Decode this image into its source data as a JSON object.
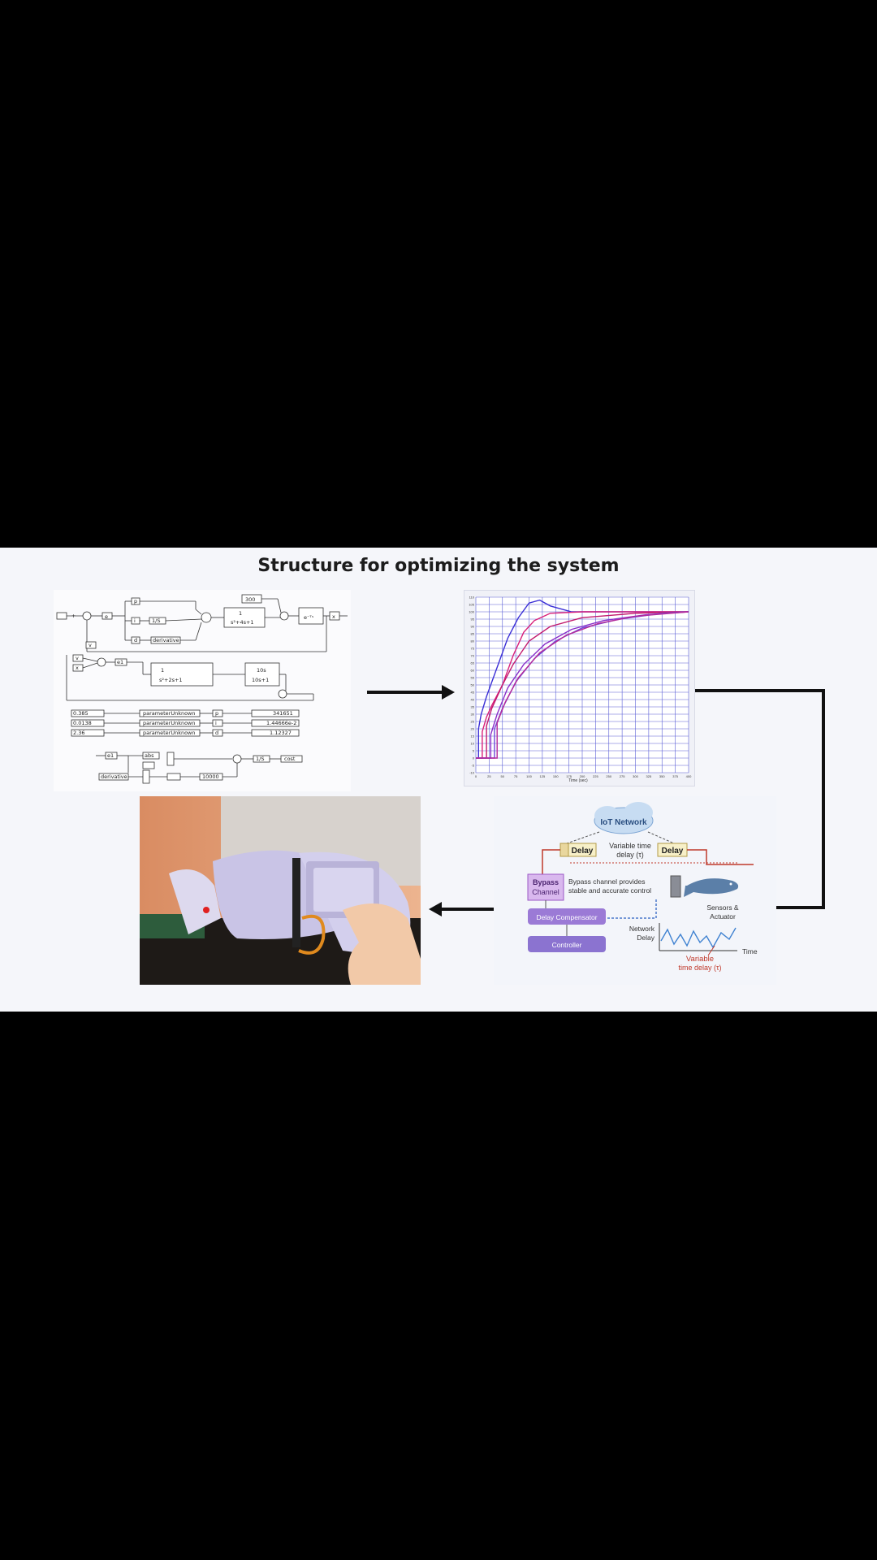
{
  "title": "Structure for optimizing the system",
  "simulink": {
    "blocks": {
      "v": "v",
      "x": "x",
      "e": "e",
      "p": "p",
      "i": "i",
      "d": "d",
      "integrator": "1/S",
      "derivative": "derivative",
      "gain": "300",
      "tf1_num": "1",
      "tf1_den": "s²+4s+1",
      "delay": "e⁻ᵀˢ",
      "out_x": "x",
      "v2": "v",
      "x2": "x",
      "e1": "e1",
      "tf2_num": "1",
      "tf2_den": "s²+2s+1",
      "tf3_num": "10s",
      "tf3_den": "10s+1",
      "abs": "abs",
      "integrator2": "1/S",
      "cost": "cost",
      "e1b": "e1",
      "derivative2": "derivative",
      "gain2": "10000"
    },
    "params": [
      {
        "input": "0.385",
        "label": "parameterUnknown",
        "name": "p",
        "output": "341651"
      },
      {
        "input": "0.0138",
        "label": "parameterUnknown",
        "name": "i",
        "output": "1.44666e-2"
      },
      {
        "input": "2.36",
        "label": "parameterUnknown",
        "name": "d",
        "output": "1.12327"
      }
    ]
  },
  "chart_data": {
    "type": "line",
    "xlabel": "Time (sec)",
    "ylabel": "",
    "xlim": [
      0,
      400
    ],
    "ylim": [
      -10,
      110
    ],
    "xticks": [
      0,
      25,
      50,
      75,
      100,
      125,
      150,
      175,
      200,
      225,
      250,
      275,
      300,
      325,
      350,
      375,
      400
    ],
    "yticks": [
      -10,
      -5,
      0,
      5,
      10,
      15,
      20,
      25,
      30,
      35,
      40,
      45,
      50,
      55,
      60,
      65,
      70,
      75,
      80,
      85,
      90,
      95,
      100,
      105,
      110
    ],
    "grid": true,
    "series": [
      {
        "color": "#3b2fd6",
        "values": [
          [
            0,
            0
          ],
          [
            5,
            0
          ],
          [
            5,
            20
          ],
          [
            10,
            30
          ],
          [
            20,
            42
          ],
          [
            40,
            62
          ],
          [
            60,
            82
          ],
          [
            80,
            96
          ],
          [
            100,
            106
          ],
          [
            120,
            108
          ],
          [
            140,
            104
          ],
          [
            180,
            100
          ],
          [
            260,
            100
          ],
          [
            400,
            100
          ]
        ]
      },
      {
        "color": "#d9207a",
        "values": [
          [
            0,
            0
          ],
          [
            12,
            0
          ],
          [
            12,
            18
          ],
          [
            20,
            28
          ],
          [
            30,
            36
          ],
          [
            50,
            50
          ],
          [
            70,
            70
          ],
          [
            90,
            86
          ],
          [
            110,
            94
          ],
          [
            140,
            99
          ],
          [
            200,
            100
          ],
          [
            400,
            100
          ]
        ]
      },
      {
        "color": "#c21a6e",
        "values": [
          [
            0,
            0
          ],
          [
            20,
            0
          ],
          [
            20,
            22
          ],
          [
            30,
            34
          ],
          [
            50,
            50
          ],
          [
            70,
            64
          ],
          [
            100,
            80
          ],
          [
            140,
            90
          ],
          [
            200,
            96
          ],
          [
            300,
            99
          ],
          [
            400,
            100
          ]
        ]
      },
      {
        "color": "#8a2fc9",
        "values": [
          [
            0,
            0
          ],
          [
            28,
            0
          ],
          [
            28,
            16
          ],
          [
            40,
            30
          ],
          [
            60,
            48
          ],
          [
            90,
            64
          ],
          [
            130,
            78
          ],
          [
            180,
            88
          ],
          [
            240,
            94
          ],
          [
            320,
            98
          ],
          [
            400,
            100
          ]
        ]
      },
      {
        "color": "#6f48d8",
        "values": [
          [
            0,
            0
          ],
          [
            35,
            0
          ],
          [
            35,
            20
          ],
          [
            50,
            34
          ],
          [
            75,
            52
          ],
          [
            110,
            68
          ],
          [
            150,
            80
          ],
          [
            200,
            89
          ],
          [
            270,
            95
          ],
          [
            350,
            99
          ],
          [
            400,
            100
          ]
        ]
      },
      {
        "color": "#b52a9a",
        "values": [
          [
            0,
            0
          ],
          [
            40,
            0
          ],
          [
            40,
            24
          ],
          [
            55,
            38
          ],
          [
            80,
            55
          ],
          [
            120,
            72
          ],
          [
            170,
            84
          ],
          [
            230,
            92
          ],
          [
            300,
            97
          ],
          [
            400,
            100
          ]
        ]
      }
    ]
  },
  "iot": {
    "cloud": "IoT Network",
    "delay1": "Delay",
    "delay2": "Delay",
    "variable_time_delay": "Variable time",
    "variable_time_delay2": "delay (τ)",
    "bypass": "Bypass",
    "bypass2": "Channel",
    "bypass_note1": "Bypass channel provides",
    "bypass_note2": "stable and accurate control",
    "sensors": "Sensors &",
    "sensors2": "Actuator",
    "delay_comp": "Delay Compensator",
    "controller": "Controller",
    "network_delay1": "Network",
    "network_delay2": "Delay",
    "time": "Time",
    "variable1": "Variable",
    "variable2": "time delay (τ)",
    "colors": {
      "red": "#c0392b",
      "purple": "#8a5cc7",
      "blue": "#4a78c9"
    }
  },
  "photo": {
    "colors": {
      "wall": "#e3a079",
      "body": "#c9c4e6",
      "table": "#1e1a17"
    }
  }
}
